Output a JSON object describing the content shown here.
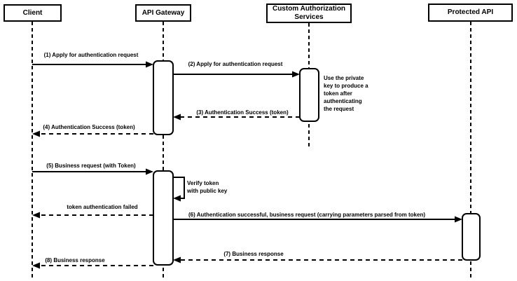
{
  "colors": {
    "stroke": "#000000",
    "fill": "#ffffff",
    "text": "#000000",
    "background": "#ffffff"
  },
  "actors": [
    {
      "label": "Client"
    },
    {
      "label": "API Gateway"
    },
    {
      "label": "Custom Authorization Services"
    },
    {
      "label": "Protected API"
    }
  ],
  "messages": [
    {
      "label": "(1) Apply for authentication request",
      "from": "Client",
      "to": "API Gateway",
      "line": "solid"
    },
    {
      "label": "(2) Apply for authentication request",
      "from": "API Gateway",
      "to": "Custom Authorization Services",
      "line": "solid"
    },
    {
      "label": "(3) Authentication Success (token)",
      "from": "Custom Authorization Services",
      "to": "API Gateway",
      "line": "dashed"
    },
    {
      "label": "(4) Authentication Success (token)",
      "from": "API Gateway",
      "to": "Client",
      "line": "dashed"
    },
    {
      "label": "(5) Business request (with Token)",
      "from": "Client",
      "to": "API Gateway",
      "line": "solid"
    },
    {
      "label": "Verify token\nwith public key",
      "from": "API Gateway",
      "to": "API Gateway",
      "line": "self"
    },
    {
      "label": "token authentication failed",
      "from": "API Gateway",
      "to": "Client",
      "line": "dashed"
    },
    {
      "label": "(6) Authentication successful, business request (carrying parameters parsed from token)",
      "from": "API Gateway",
      "to": "Protected API",
      "line": "solid"
    },
    {
      "label": "(7) Business response",
      "from": "Protected API",
      "to": "API Gateway",
      "line": "dashed"
    },
    {
      "label": "(8) Business response",
      "from": "API Gateway",
      "to": "Client",
      "line": "dashed"
    }
  ],
  "note": {
    "text": "Use the private\nkey to produce a\ntoken after\nauthenticating\nthe request"
  }
}
